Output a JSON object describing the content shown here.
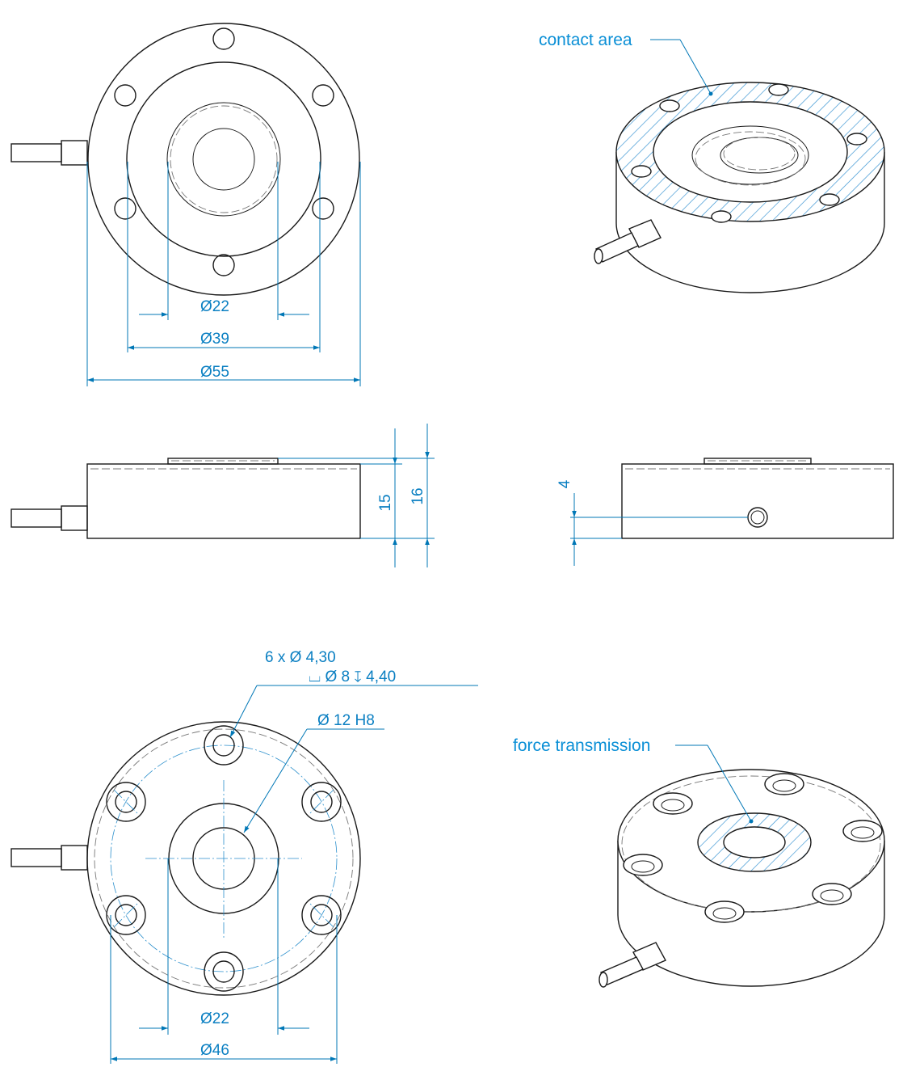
{
  "labels": {
    "contact_area": "contact area",
    "force_transmission": "force transmission"
  },
  "top_view": {
    "dia_inner": "Ø22",
    "dia_middle": "Ø39",
    "dia_outer": "Ø55"
  },
  "side_view": {
    "height_body": "15",
    "height_total": "16",
    "cable_height": "4"
  },
  "bottom_view": {
    "holes_count": "6 x Ø 4,30",
    "counterbore": "⌴ Ø 8 ↧ 4,40",
    "bore": "Ø 12 H8",
    "dia_inner": "Ø22",
    "dia_outer": "Ø46"
  },
  "colors": {
    "dimension": "#0077b6",
    "hatch": "#2f8fd0",
    "outline": "#1a1a1a"
  }
}
